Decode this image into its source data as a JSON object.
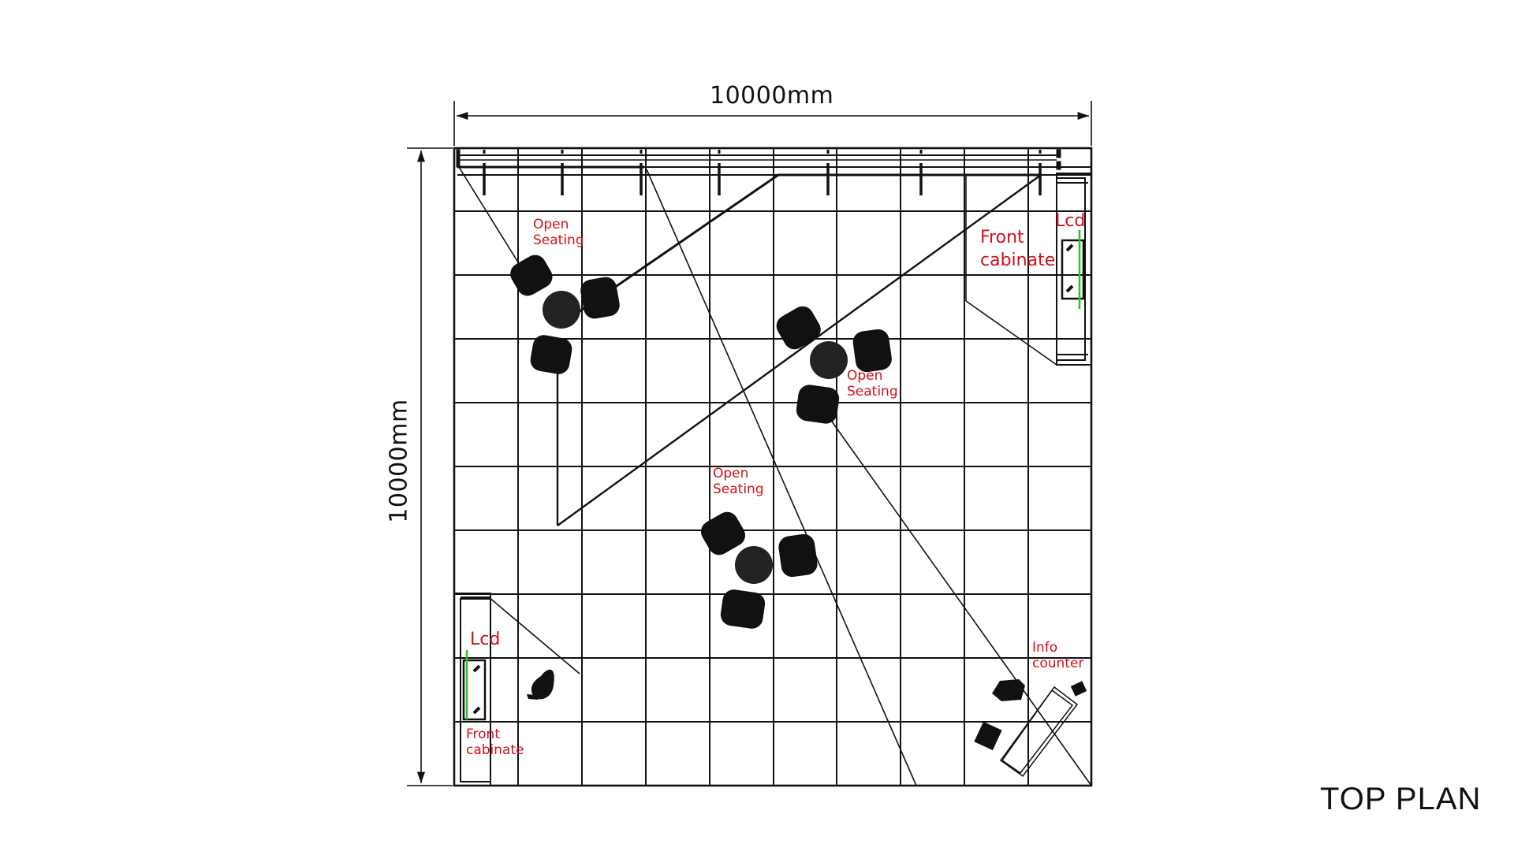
{
  "drawing": {
    "title": "TOP PLAN",
    "units": "mm",
    "width_dimension": "10000mm",
    "depth_dimension": "10000mm",
    "grid": {
      "columns": 10,
      "rows": 10,
      "cell_mm": 1000
    }
  },
  "colors": {
    "line": "#111111",
    "label": "#d0101a",
    "lcd_marker": "#2ec02e",
    "furniture": "#111111",
    "table": "#222222"
  },
  "zones": [
    {
      "id": "seating-1",
      "label_line1": "Open",
      "label_line2": "Seating",
      "chairs": 3,
      "tables": 1
    },
    {
      "id": "seating-2",
      "label_line1": "Open",
      "label_line2": "Seating",
      "chairs": 3,
      "tables": 1
    },
    {
      "id": "seating-3",
      "label_line1": "Open",
      "label_line2": "Seating",
      "chairs": 3,
      "tables": 1
    },
    {
      "id": "cabinet-right",
      "label_line1": "Front",
      "label_line2": "cabinate",
      "lcd_label": "Lcd"
    },
    {
      "id": "cabinet-left",
      "label_line1": "Front",
      "label_line2": "cabinate",
      "lcd_label": "Lcd"
    },
    {
      "id": "info-counter",
      "label_line1": "Info",
      "label_line2": "counter"
    }
  ]
}
